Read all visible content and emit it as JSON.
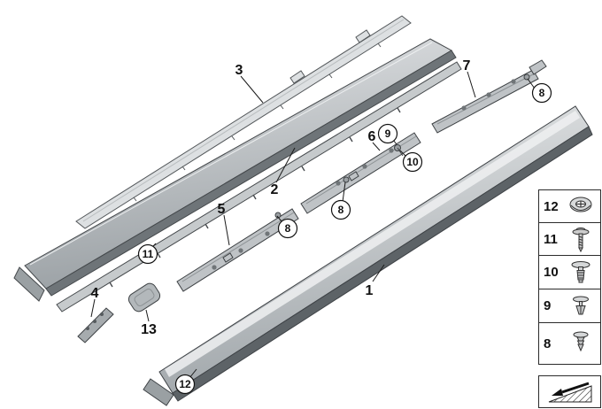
{
  "page": {
    "background": "#ffffff"
  },
  "diagram": {
    "callout_labels": {
      "n1": "1",
      "n2": "2",
      "n3": "3",
      "n4": "4",
      "n5": "5",
      "n6": "6",
      "n7": "7",
      "n8": "8",
      "n9": "9",
      "n10": "10",
      "n11": "11",
      "n12": "12",
      "n13": "13"
    },
    "colors": {
      "outline": "#3f4347",
      "part_light": "#dde0e2",
      "part_mid": "#aab0b3",
      "part_dark": "#5d6367"
    }
  },
  "sidebar": {
    "rows": [
      {
        "number": "12",
        "icon": "grommet-nut-icon"
      },
      {
        "number": "11",
        "icon": "screw-washer-icon"
      },
      {
        "number": "10",
        "icon": "expanding-rivet-icon"
      },
      {
        "number": "9",
        "icon": "plug-clip-icon"
      },
      {
        "number": "8",
        "icon": "expanding-nut-icon"
      }
    ],
    "direction_box": {
      "icon": "installation-direction-icon"
    }
  }
}
